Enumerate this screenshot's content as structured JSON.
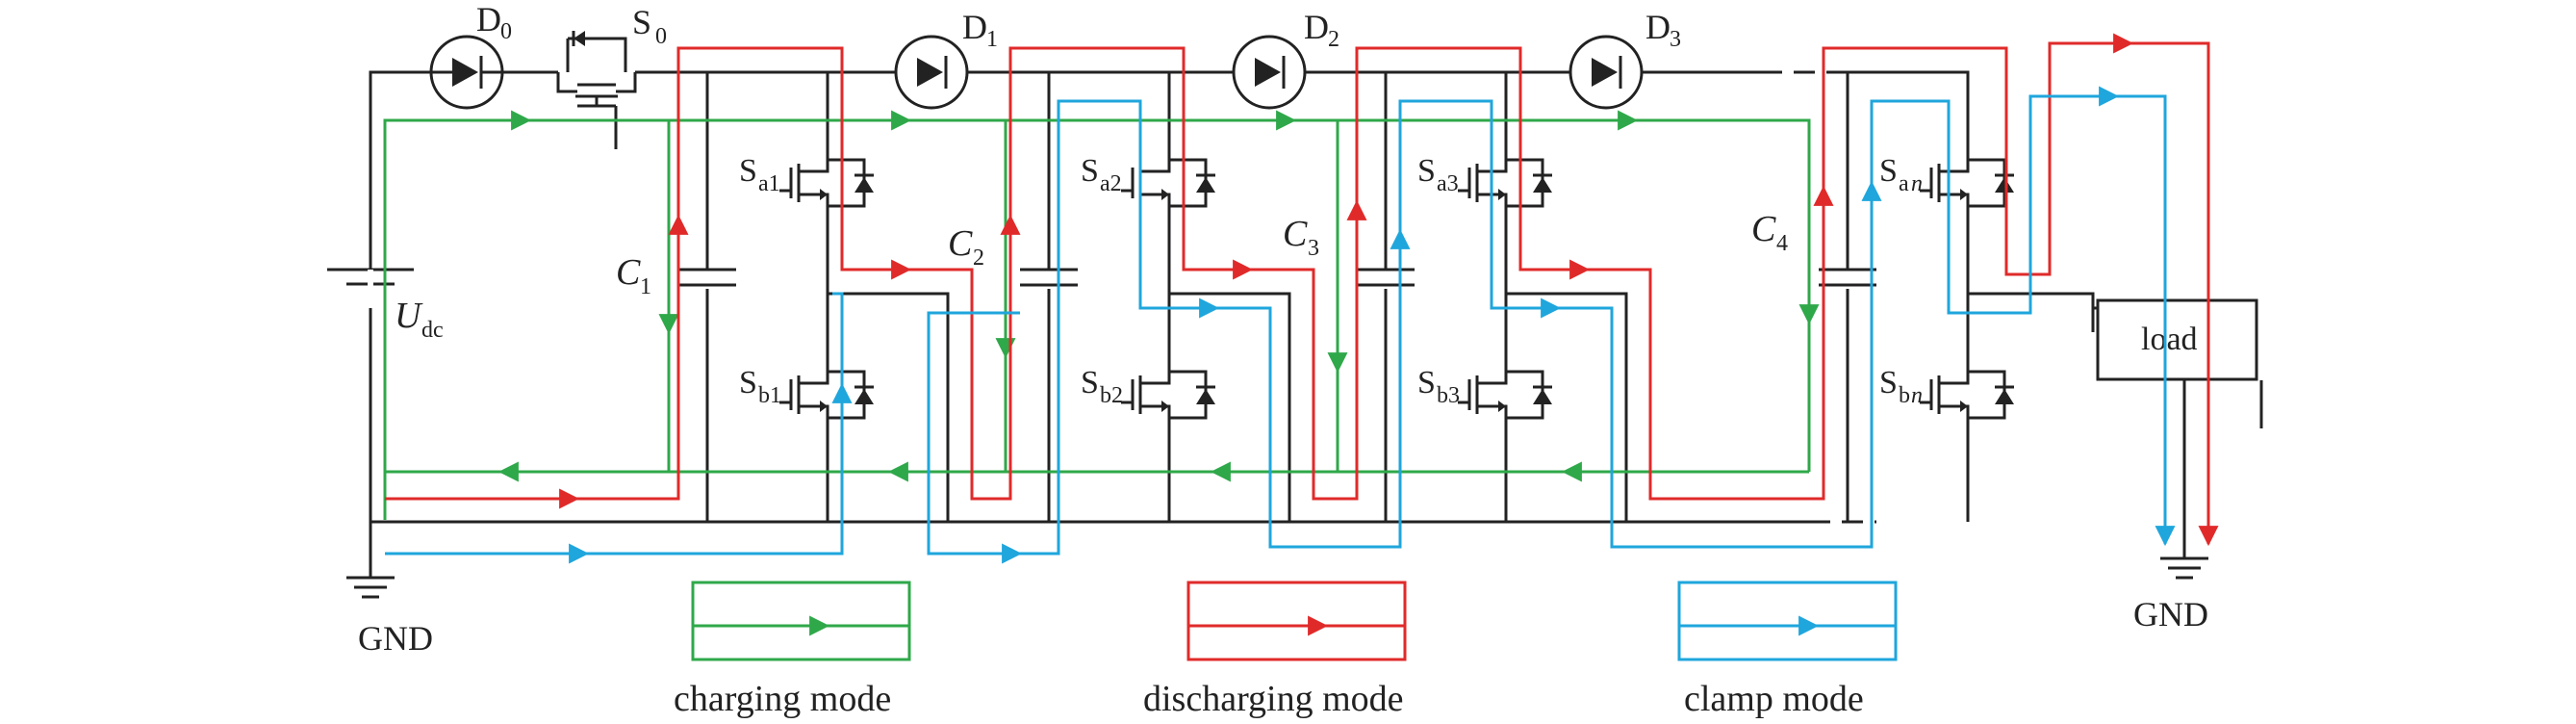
{
  "source_label": "U",
  "source_sub": "dc",
  "gnd_label": "GND",
  "load_label": "load",
  "diodes": [
    {
      "main": "D",
      "sub": "0"
    },
    {
      "main": "D",
      "sub": "1"
    },
    {
      "main": "D",
      "sub": "2"
    },
    {
      "main": "D",
      "sub": "3"
    }
  ],
  "s0": {
    "main": "S",
    "sub": "0"
  },
  "capacitors": [
    {
      "main": "C",
      "sub": "1"
    },
    {
      "main": "C",
      "sub": "2"
    },
    {
      "main": "C",
      "sub": "3"
    },
    {
      "main": "C",
      "sub": "4"
    }
  ],
  "upper_switches": [
    {
      "main": "S",
      "sub": "a1"
    },
    {
      "main": "S",
      "sub": "a2"
    },
    {
      "main": "S",
      "sub": "a3"
    },
    {
      "main": "S",
      "sub_a": "a",
      "sub_b": "n"
    }
  ],
  "lower_switches": [
    {
      "main": "S",
      "sub": "b1"
    },
    {
      "main": "S",
      "sub": "b2"
    },
    {
      "main": "S",
      "sub": "b3"
    },
    {
      "main": "S",
      "sub_a": "b",
      "sub_b": "n"
    }
  ],
  "legend": [
    {
      "label": "charging mode",
      "color": "#2fa84a"
    },
    {
      "label": "discharging mode",
      "color": "#e02a2a"
    },
    {
      "label": "clamp mode",
      "color": "#1fa6dc"
    }
  ],
  "colors": {
    "charging": "#2fa84a",
    "discharging": "#e02a2a",
    "clamp": "#1fa6dc",
    "wire": "#222222"
  }
}
